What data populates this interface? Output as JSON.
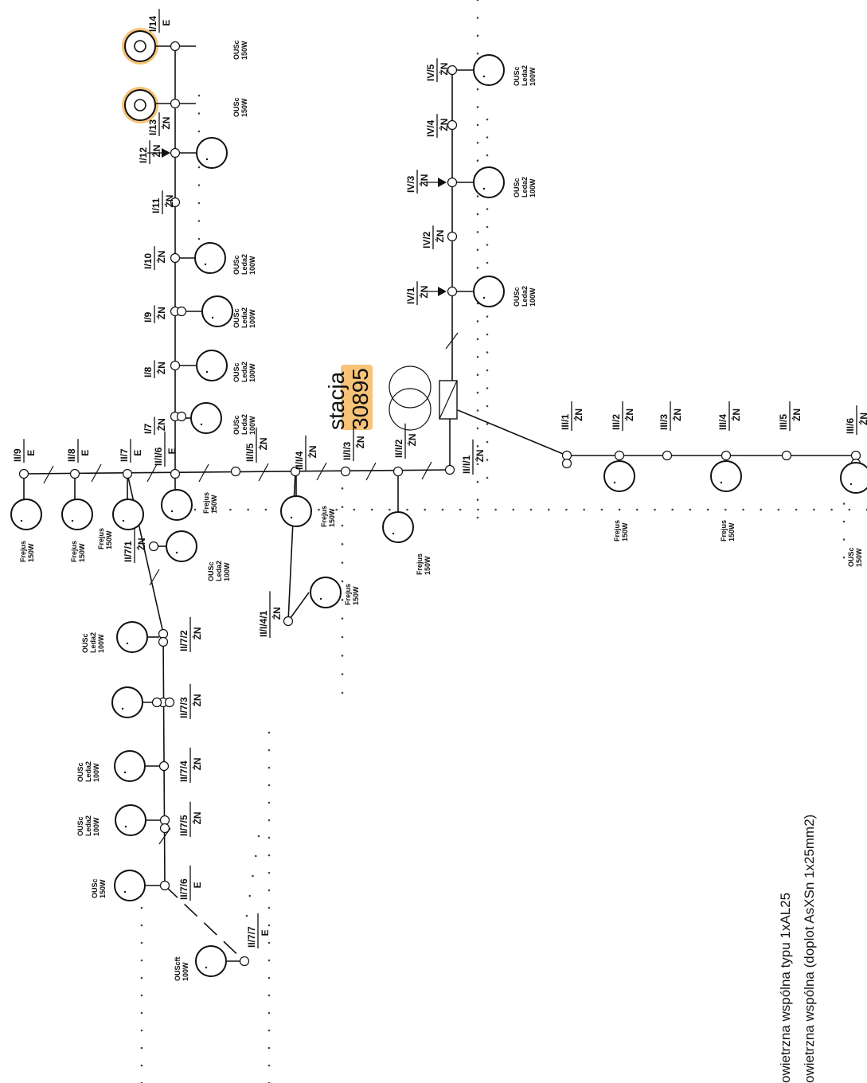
{
  "station": {
    "word": "stacja",
    "number": "30895",
    "highlight_color": "#f4b860"
  },
  "poles": [
    {
      "id": "p_I14",
      "num": "I/14",
      "sub": "E"
    },
    {
      "id": "p_I13",
      "num": "I/13",
      "sub": "ŻN"
    },
    {
      "id": "p_I12",
      "num": "I/12",
      "sub": "ŻN"
    },
    {
      "id": "p_I11",
      "num": "I/11",
      "sub": "ŻN"
    },
    {
      "id": "p_I10",
      "num": "I/10",
      "sub": "ŻN"
    },
    {
      "id": "p_I9",
      "num": "I/9",
      "sub": "ŻN"
    },
    {
      "id": "p_I8",
      "num": "I/8",
      "sub": "ŻN"
    },
    {
      "id": "p_I7",
      "num": "I/7",
      "sub": "ŻN"
    },
    {
      "id": "p_II9",
      "num": "II/9",
      "sub": "E"
    },
    {
      "id": "p_II8",
      "num": "II/8",
      "sub": "E"
    },
    {
      "id": "p_II7",
      "num": "II/7",
      "sub": "E"
    },
    {
      "id": "p_III6a",
      "num": "II/I/6",
      "sub": "E"
    },
    {
      "id": "p_III5",
      "num": "II/I/5",
      "sub": "ŻN"
    },
    {
      "id": "p_III4",
      "num": "II/I/4",
      "sub": "ŻN"
    },
    {
      "id": "p_III3",
      "num": "II/I/3",
      "sub": "ŻN"
    },
    {
      "id": "p_III2",
      "num": "II/I/2",
      "sub": "ŻN"
    },
    {
      "id": "p_III1",
      "num": "II/I/1",
      "sub": "ŻN"
    },
    {
      "id": "p_II71",
      "num": "II/7/1",
      "sub": "ŻN"
    },
    {
      "id": "p_II72",
      "num": "II/7/2",
      "sub": "ŻN"
    },
    {
      "id": "p_II73",
      "num": "II/7/3",
      "sub": "ŻN"
    },
    {
      "id": "p_II74",
      "num": "II/7/4",
      "sub": "ŻN"
    },
    {
      "id": "p_II75",
      "num": "II/7/5",
      "sub": "ŻN"
    },
    {
      "id": "p_II76",
      "num": "II/7/6",
      "sub": "E"
    },
    {
      "id": "p_II77",
      "num": "II/7/7",
      "sub": "E"
    },
    {
      "id": "p_II141",
      "num": "II/I/4/1",
      "sub": "ŻN"
    },
    {
      "id": "p_IV1",
      "num": "IV/1",
      "sub": "ŻN"
    },
    {
      "id": "p_IV2",
      "num": "IV/2",
      "sub": "ŻN"
    },
    {
      "id": "p_IV3",
      "num": "IV/3",
      "sub": "ŻN"
    },
    {
      "id": "p_IV4",
      "num": "IV/4",
      "sub": "ŻN"
    },
    {
      "id": "p_IV5",
      "num": "IV/5",
      "sub": "ŻN"
    },
    {
      "id": "p_III_1",
      "num": "III/1",
      "sub": "ŻN"
    },
    {
      "id": "p_III_2",
      "num": "III/2",
      "sub": "ŻN"
    },
    {
      "id": "p_III_3",
      "num": "III/3",
      "sub": "ŻN"
    },
    {
      "id": "p_III_4",
      "num": "III/4",
      "sub": "ŻN"
    },
    {
      "id": "p_III_5",
      "num": "III/5",
      "sub": "ŻN"
    },
    {
      "id": "p_III_6",
      "num": "III/6",
      "sub": "ŻN"
    }
  ],
  "lamps": [
    {
      "id": "l_I14",
      "lines": [
        "OUSc",
        "150W"
      ]
    },
    {
      "id": "l_I13",
      "lines": [
        "OUSc",
        "150W"
      ]
    },
    {
      "id": "l_I12",
      "lines": []
    },
    {
      "id": "l_I10",
      "lines": [
        "OUSc",
        "Leda2",
        "100W"
      ]
    },
    {
      "id": "l_I9",
      "lines": [
        "OUSc",
        "Leda2",
        "100W"
      ]
    },
    {
      "id": "l_I8",
      "lines": [
        "OUSc",
        "Leda2",
        "100W"
      ]
    },
    {
      "id": "l_I7",
      "lines": [
        "OUSc",
        "Leda2",
        "100W"
      ]
    },
    {
      "id": "l_II9",
      "lines": [
        "Frejus",
        "150W"
      ]
    },
    {
      "id": "l_II8",
      "lines": [
        "Frejus",
        "150W"
      ]
    },
    {
      "id": "l_II7",
      "lines": [
        "Frejus",
        "150W"
      ]
    },
    {
      "id": "l_II6",
      "lines": [
        "Frejus",
        "150W"
      ]
    },
    {
      "id": "l_II4",
      "lines": [
        "Frejus",
        "150W"
      ]
    },
    {
      "id": "l_II2",
      "lines": [
        "Frejus",
        "150W"
      ]
    },
    {
      "id": "l_II41",
      "lines": [
        "Frejus",
        "150W"
      ]
    },
    {
      "id": "l_II71",
      "lines": [
        "OUSc",
        "Leda2",
        "100W"
      ]
    },
    {
      "id": "l_II72",
      "lines": [
        "OUSc",
        "Leda2",
        "100W"
      ]
    },
    {
      "id": "l_II73",
      "lines": []
    },
    {
      "id": "l_II74",
      "lines": [
        "OUSc",
        "Leda2",
        "100W"
      ]
    },
    {
      "id": "l_II75",
      "lines": [
        "OUSc",
        "Leda2",
        "100W"
      ]
    },
    {
      "id": "l_II76",
      "lines": [
        "OUSc",
        "150W"
      ]
    },
    {
      "id": "l_II77",
      "lines": [
        "OUScft",
        "100W"
      ]
    },
    {
      "id": "l_IV1",
      "lines": [
        "OUSc",
        "Leda2",
        "100W"
      ]
    },
    {
      "id": "l_IV3",
      "lines": [
        "OUSc",
        "Leda2",
        "100W"
      ]
    },
    {
      "id": "l_IV5",
      "lines": [
        "OUSc",
        "Leda2",
        "100W"
      ]
    },
    {
      "id": "l_III2",
      "lines": [
        "Frejus",
        "150W"
      ]
    },
    {
      "id": "l_III4",
      "lines": [
        "Frejus",
        "150W"
      ]
    },
    {
      "id": "l_III6",
      "lines": [
        "OUSc",
        "150W"
      ]
    }
  ],
  "legend": [
    "owietrzna wspólna typu 1xAL25",
    "owietrzna wspólna (doplot AsXSn 1x25mm2)"
  ]
}
